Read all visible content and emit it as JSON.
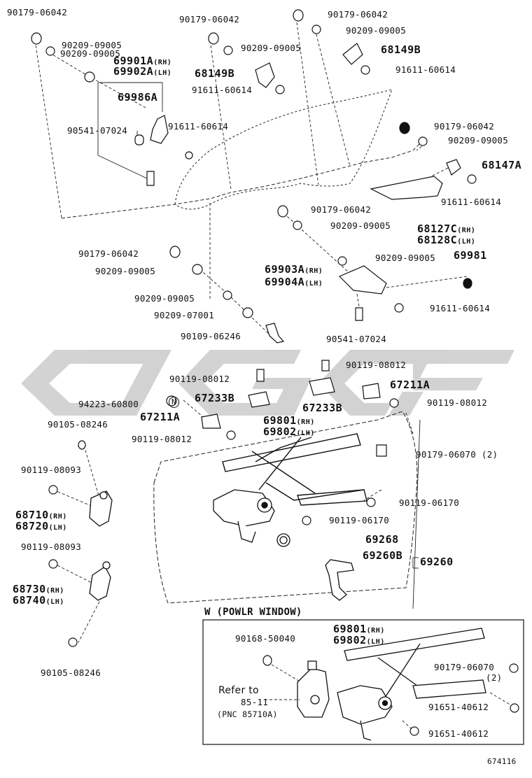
{
  "callouts": {
    "c_90179_06042_tl": "90179-06042",
    "c_90209_09005_tl1": "90209-09005",
    "c_90209_09005_tl2": "90209-09005",
    "c_69901a": "69901A",
    "c_69901a_sfx": "(RH)",
    "c_69902a": "69902A",
    "c_69902a_sfx": "(LH)",
    "c_69986a": "69986A",
    "c_90541_07024_l": "90541-07024",
    "c_91611_60614_l": "91611-60614",
    "c_90179_06042_tc": "90179-06042",
    "c_90209_09005_tc": "90209-09005",
    "c_68149b_c": "68149B",
    "c_91611_60614_c": "91611-60614",
    "c_90179_06042_tr": "90179-06042",
    "c_90209_09005_tr": "90209-09005",
    "c_68149b_r": "68149B",
    "c_91611_60614_r": "91611-60614",
    "c_90179_06042_r2": "90179-06042",
    "c_90209_09005_r2": "90209-09005",
    "c_68147a": "68147A",
    "c_91611_60614_r2": "91611-60614",
    "c_68127c": "68127C",
    "c_68127c_sfx": "(RH)",
    "c_68128c": "68128C",
    "c_68128c_sfx": "(LH)",
    "c_90179_06042_m": "90179-06042",
    "c_90209_09005_m": "90209-09005",
    "c_69981": "69981",
    "c_90209_09005_m2": "90209-09005",
    "c_69903a": "69903A",
    "c_69903a_sfx": "(RH)",
    "c_69904a": "69904A",
    "c_69904a_sfx": "(LH)",
    "c_91611_60614_m": "91611-60614",
    "c_90541_07024_m": "90541-07024",
    "c_90179_06042_ml": "90179-06042",
    "c_90209_09005_ml": "90209-09005",
    "c_90209_09005_ml2": "90209-09005",
    "c_90209_07001": "90209-07001",
    "c_90109_06246": "90109-06246",
    "c_90119_08012_a": "90119-08012",
    "c_90119_08012_b": "90119-08012",
    "c_67233b_l": "67233B",
    "c_67233b_c": "67233B",
    "c_67211a_r": "67211A",
    "c_90119_08012_c": "90119-08012",
    "c_94223_60800": "94223-60800",
    "c_n_mark": "N",
    "c_67211a_l": "67211A",
    "c_90119_08012_d": "90119-08012",
    "c_69801": "69801",
    "c_69801_sfx": "(RH)",
    "c_69802": "69802",
    "c_69802_sfx": "(LH)",
    "c_90105_08246_t": "90105-08246",
    "c_90179_06070": "90179-06070 (2)",
    "c_90119_08093_a": "90119-08093",
    "c_90119_06170_a": "90119-06170",
    "c_68710": "68710",
    "c_68710_sfx": "(RH)",
    "c_68720": "68720",
    "c_68720_sfx": "(LH)",
    "c_90119_06170_b": "90119-06170",
    "c_69268": "69268",
    "c_90119_08093_b": "90119-08093",
    "c_69260b": "69260B",
    "c_69260": "69260",
    "c_68730": "68730",
    "c_68730_sfx": "(RH)",
    "c_68740": "68740",
    "c_68740_sfx": "(LH)",
    "c_90105_08246_b": "90105-08246"
  },
  "inset": {
    "title": "W (POWLR   WINDOW)",
    "c_90168_50040": "90168-50040",
    "c_69801": "69801",
    "c_69801_sfx": "(RH)",
    "c_69802": "69802",
    "c_69802_sfx": "(LH)",
    "c_90179_06070": "90179-06070",
    "c_90179_06070_qty": "(2)",
    "c_refer_to": "Refer to",
    "c_85_11": "85-11",
    "c_pnc": "(PNC 85710A)",
    "c_91651_40612_a": "91651-40612",
    "c_91651_40612_b": "91651-40612"
  },
  "figure_number": "674116",
  "watermark_color": "#c9c9c9"
}
